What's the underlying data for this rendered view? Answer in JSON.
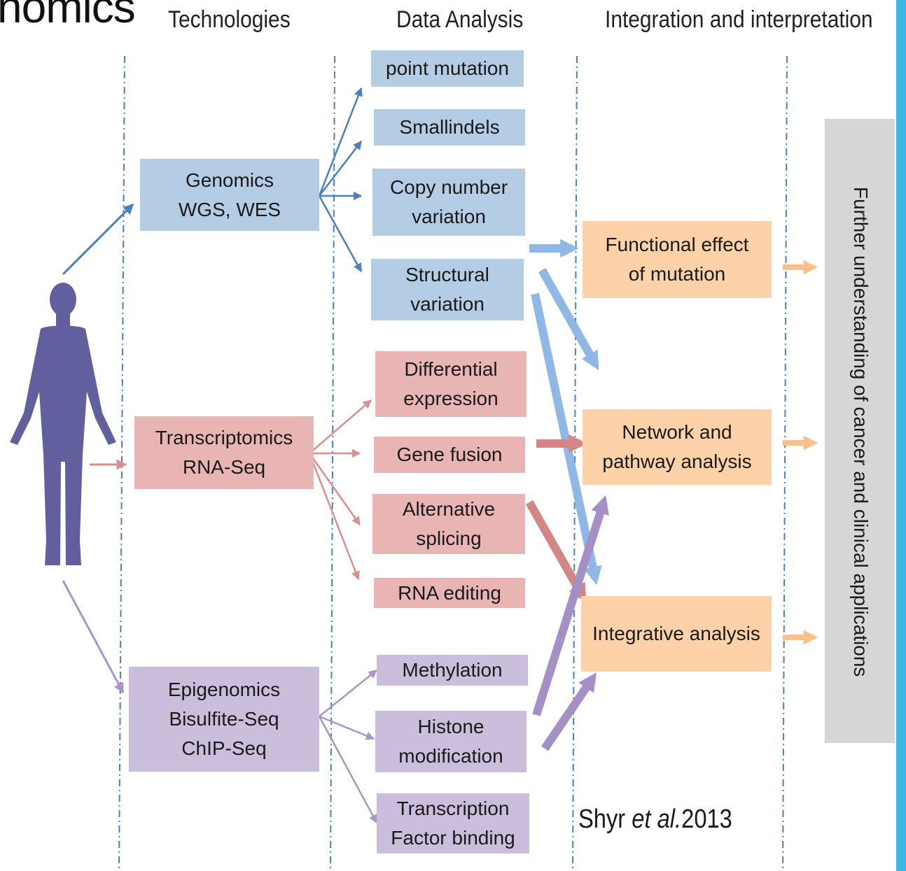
{
  "title": "nomics",
  "columns": [
    "Technologies",
    "Data Analysis",
    "Integration and interpretation"
  ],
  "technologies": [
    {
      "lines": [
        "Genomics",
        "WGS, WES"
      ],
      "color": "#b4cce4"
    },
    {
      "lines": [
        "Transcriptomics",
        "RNA-Seq"
      ],
      "color": "#e8b4b4"
    },
    {
      "lines": [
        "Epigenomics",
        "Bisulfite-Seq",
        "ChIP-Seq"
      ],
      "color": "#cbbedd"
    }
  ],
  "analyses": [
    {
      "lines": [
        "point mutation"
      ],
      "group": "genomics"
    },
    {
      "lines": [
        "Smallindels"
      ],
      "group": "genomics"
    },
    {
      "lines": [
        "Copy number",
        "variation"
      ],
      "group": "genomics"
    },
    {
      "lines": [
        "Structural",
        "variation"
      ],
      "group": "genomics"
    },
    {
      "lines": [
        "Differential",
        "expression"
      ],
      "group": "transcriptomics"
    },
    {
      "lines": [
        "Gene fusion"
      ],
      "group": "transcriptomics"
    },
    {
      "lines": [
        "Alternative",
        "splicing"
      ],
      "group": "transcriptomics"
    },
    {
      "lines": [
        "RNA editing"
      ],
      "group": "transcriptomics"
    },
    {
      "lines": [
        "Methylation"
      ],
      "group": "epigenomics"
    },
    {
      "lines": [
        "Histone",
        "modification"
      ],
      "group": "epigenomics"
    },
    {
      "lines": [
        "Transcription",
        "Factor binding"
      ],
      "group": "epigenomics"
    }
  ],
  "integration": [
    {
      "lines": [
        "Functional effect",
        "of mutation"
      ]
    },
    {
      "lines": [
        "Network and",
        "pathway analysis"
      ]
    },
    {
      "lines": [
        "Integrative analysis"
      ]
    }
  ],
  "outcome": "Further understanding of cancer and clinical applications",
  "citation": {
    "author": "Shyr ",
    "etal": "et al.",
    "year": "2013"
  },
  "colors": {
    "genomics_box": "#b4cce4",
    "genomics_arrow": "#4a7fc1",
    "genomics_thick": "#8fb8e6",
    "transcriptomics_box": "#e8b4b4",
    "transcriptomics_arrow": "#d98f8f",
    "transcriptomics_thick": "#d48686",
    "epigenomics_box": "#cbbedd",
    "epigenomics_arrow": "#a996c9",
    "epigenomics_thick": "#a48fc6",
    "integration_box": "#fdd2a8",
    "integration_arrow": "#fcc08a",
    "outcome_box": "#d6d6d6",
    "person": "#625f9e",
    "divider": "#4a7fc1",
    "accent_strip": "#3db8e6"
  }
}
